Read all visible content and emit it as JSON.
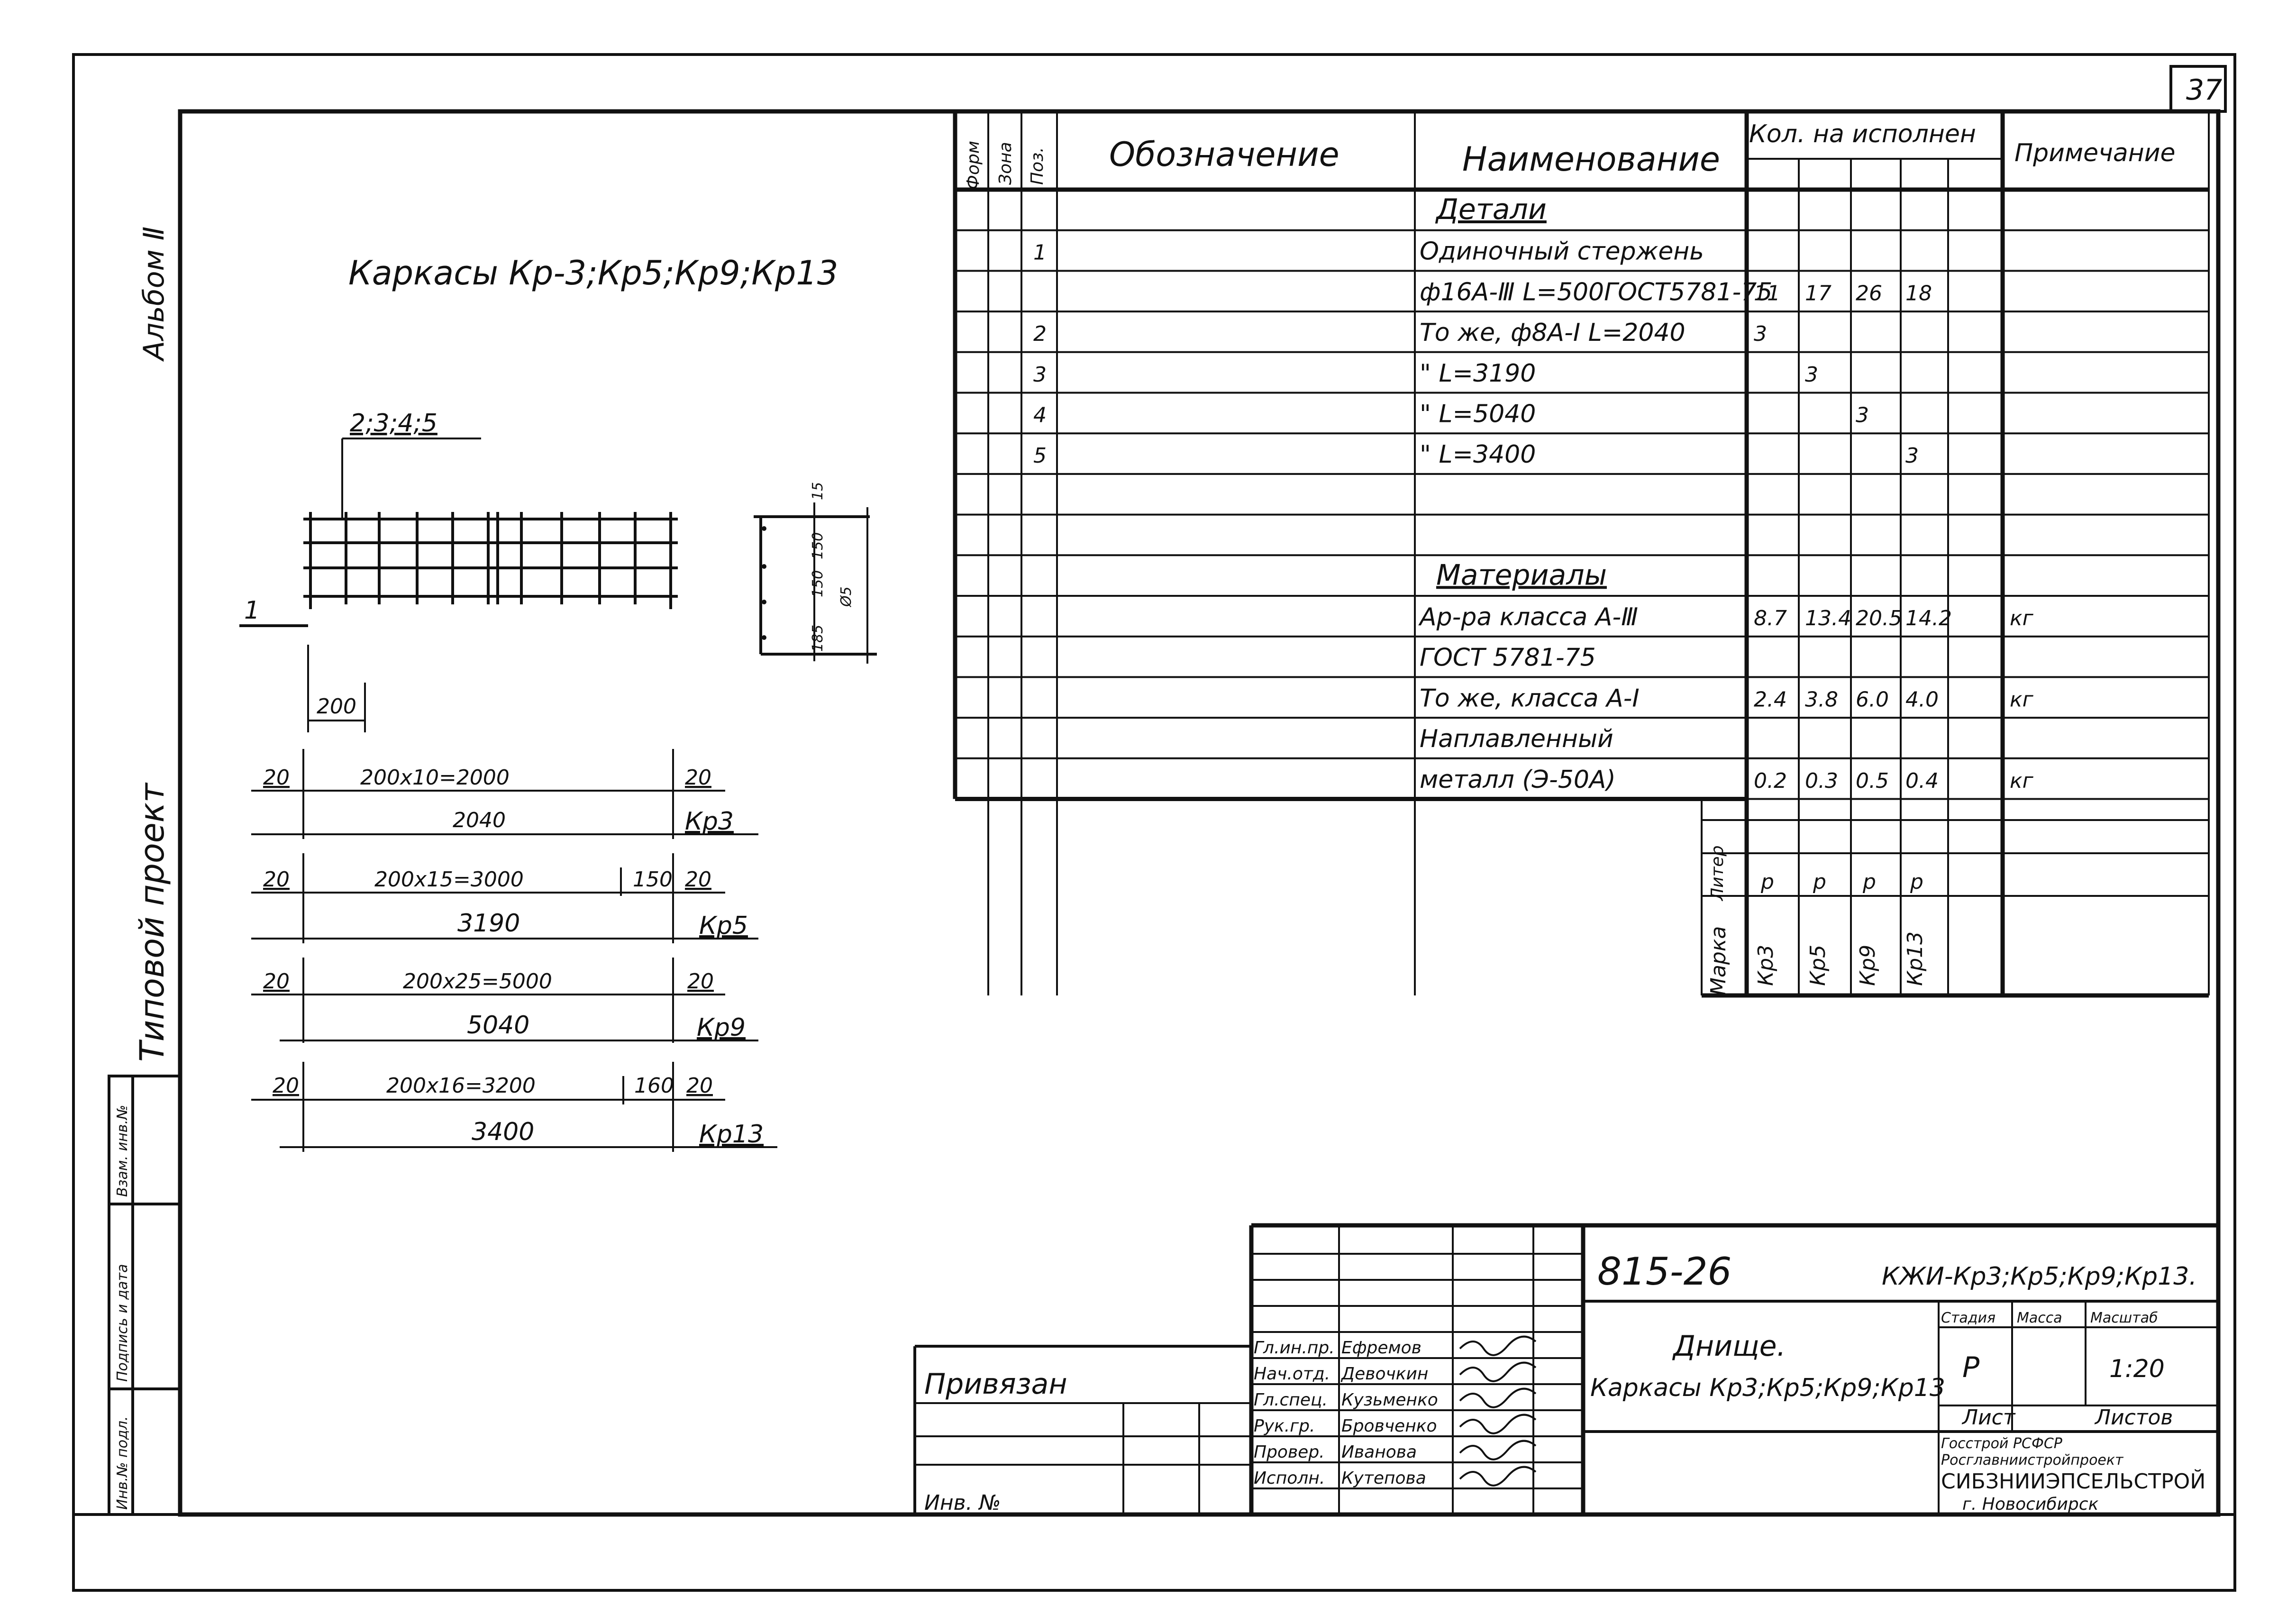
{
  "sheet": {
    "number": "37",
    "album": "Альбом Ⅱ",
    "project_type": "Типовой проект",
    "side_stamp": [
      "Инв.№ подл.",
      "Подпись и дата",
      "Взам. инв.№"
    ]
  },
  "drawing": {
    "title": "Каркасы Кр-3;Кр5;Кр9;Кр13",
    "callout_positions": "2;3;4;5",
    "callout_bar": "1",
    "spacing_label": "200",
    "section": {
      "top": "15",
      "upper": "150",
      "lower": "150",
      "bottom": "185",
      "vertical": "Ø5"
    },
    "rows": [
      {
        "left": "20",
        "middle": "200x10=2000",
        "extra": "",
        "right": "20",
        "total": "2040",
        "mark": "Кр3"
      },
      {
        "left": "20",
        "middle": "200x15=3000",
        "extra": "150",
        "right": "20",
        "total": "3190",
        "mark": "Кр5"
      },
      {
        "left": "20",
        "middle": "200x25=5000",
        "extra": "",
        "right": "20",
        "total": "5040",
        "mark": "Кр9"
      },
      {
        "left": "20",
        "middle": "200x16=3200",
        "extra": "160",
        "right": "20",
        "total": "3400",
        "mark": "Кр13"
      }
    ]
  },
  "spec": {
    "headers": {
      "format": "Форм",
      "zone": "Зона",
      "pos": "Поз.",
      "designation": "Обозначение",
      "name": "Наименование",
      "qty": "Кол. на исполнен",
      "note": "Примечание"
    },
    "rows": [
      {
        "pos": "",
        "name": "Детали",
        "q": [
          "",
          "",
          "",
          ""
        ],
        "note": "",
        "heading": true
      },
      {
        "pos": "1",
        "name": "Одиночный стержень",
        "q": [
          "",
          "",
          "",
          ""
        ],
        "note": ""
      },
      {
        "pos": "",
        "name": "ф16А-Ⅲ L=500ГОСТ5781-75",
        "q": [
          "11",
          "17",
          "26",
          "18"
        ],
        "note": ""
      },
      {
        "pos": "2",
        "name": "То же, ф8А-Ⅰ L=2040",
        "q": [
          "3",
          "",
          "",
          ""
        ],
        "note": ""
      },
      {
        "pos": "3",
        "name": "\"   L=3190",
        "q": [
          "",
          "3",
          "",
          ""
        ],
        "note": ""
      },
      {
        "pos": "4",
        "name": "\"   L=5040",
        "q": [
          "",
          "",
          "3",
          ""
        ],
        "note": ""
      },
      {
        "pos": "5",
        "name": "\"   L=3400",
        "q": [
          "",
          "",
          "",
          "3"
        ],
        "note": ""
      },
      {
        "pos": "",
        "name": "",
        "q": [
          "",
          "",
          "",
          ""
        ],
        "note": ""
      },
      {
        "pos": "",
        "name": "",
        "q": [
          "",
          "",
          "",
          ""
        ],
        "note": ""
      },
      {
        "pos": "",
        "name": "Материалы",
        "q": [
          "",
          "",
          "",
          ""
        ],
        "note": "",
        "heading": true
      },
      {
        "pos": "",
        "name": "Ар-ра класса А-Ⅲ",
        "q": [
          "8.7",
          "13.4",
          "20.5",
          "14.2"
        ],
        "note": "кг"
      },
      {
        "pos": "",
        "name": "ГОСТ 5781-75",
        "q": [
          "",
          "",
          "",
          ""
        ],
        "note": ""
      },
      {
        "pos": "",
        "name": "То же, класса А-Ⅰ",
        "q": [
          "2.4",
          "3.8",
          "6.0",
          "4.0"
        ],
        "note": "кг"
      },
      {
        "pos": "",
        "name": "Наплавленный",
        "q": [
          "",
          "",
          "",
          ""
        ],
        "note": ""
      },
      {
        "pos": "",
        "name": "металл (Э-50А)",
        "q": [
          "0.2",
          "0.3",
          "0.5",
          "0.4"
        ],
        "note": "кг"
      }
    ],
    "liter_label": "Литер",
    "mark_label": "Марка",
    "liters": [
      "р",
      "р",
      "р",
      "р"
    ],
    "marks": [
      "Кр3",
      "Кр5",
      "Кр9",
      "Кр13"
    ]
  },
  "title_block": {
    "code": "815-26",
    "mark_code": "КЖИ-Кр3;Кр5;Кр9;Кр13.",
    "object": "Днище.",
    "sheet_name": "Каркасы Кр3;Кр5;Кр9;Кр13",
    "stage_label": "Стадия",
    "mass_label": "Масса",
    "scale_label": "Масштаб",
    "stage": "Р",
    "scale": "1:20",
    "sheet_label": "Лист",
    "sheets_label": "Листов",
    "org_line1": "Госстрой         РСФСР",
    "org_line2": "Росглавниистройпроект",
    "org_line3": "СИБЗНИИЭПСЕЛЬСТРОЙ",
    "org_line4": "г. Новосибирск",
    "bound": "Привязан",
    "inv": "Инв. №",
    "roles": [
      {
        "role": "Гл.ин.пр.",
        "name": "Ефремов"
      },
      {
        "role": "Нач.отд.",
        "name": "Девочкин"
      },
      {
        "role": "Гл.спец.",
        "name": "Кузьменко"
      },
      {
        "role": "Рук.гр.",
        "name": "Бровченко"
      },
      {
        "role": "Провер.",
        "name": "Иванова"
      },
      {
        "role": "Исполн.",
        "name": "Кутепова"
      }
    ]
  }
}
